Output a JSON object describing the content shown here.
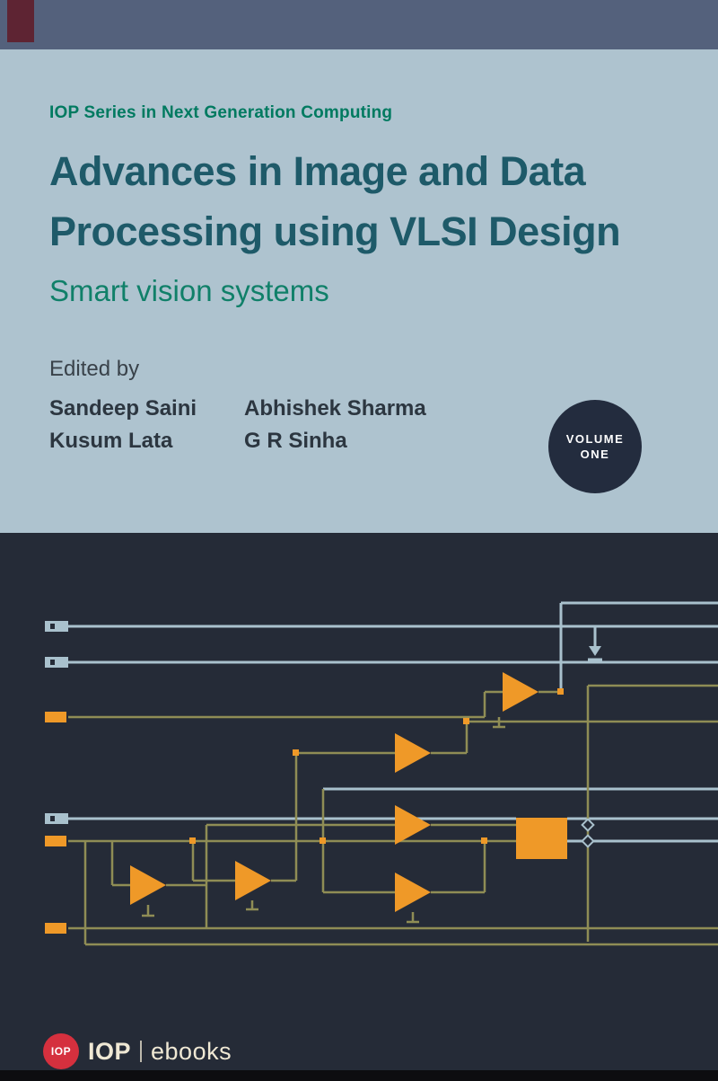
{
  "cover": {
    "series_label": "IOP Series in Next Generation Computing",
    "title_line1": "Advances in Image and Data",
    "title_line2": "Processing using VLSI Design",
    "subtitle": "Smart vision systems",
    "edited_by": "Edited by",
    "editors": {
      "col1": [
        "Sandeep Saini",
        "Kusum Lata"
      ],
      "col2": [
        "Abhishek Sharma",
        "G R Sinha"
      ]
    },
    "volume_badge": {
      "line1": "VOLUME",
      "line2": "ONE"
    },
    "footer": {
      "logo_text": "IOP",
      "brand": "IOP",
      "product": "ebooks"
    }
  },
  "colors": {
    "top-bar": "#54617c",
    "spine-accent": "#5e2433",
    "cover-bg": "#aec3cf",
    "series-teal": "#007a60",
    "title-teal": "#1e5a69",
    "subtitle-teal": "#108069",
    "text-dark": "#2c3640",
    "badge-navy": "#232c3e",
    "panel-dark": "#252b37",
    "wire-blue": "#a9c1cd",
    "wire-olive": "#8f8d55",
    "gate-orange": "#ef9928",
    "logo-red": "#d5303e",
    "logo-cream": "#efe8d4",
    "footer-black": "#0d0d10"
  }
}
